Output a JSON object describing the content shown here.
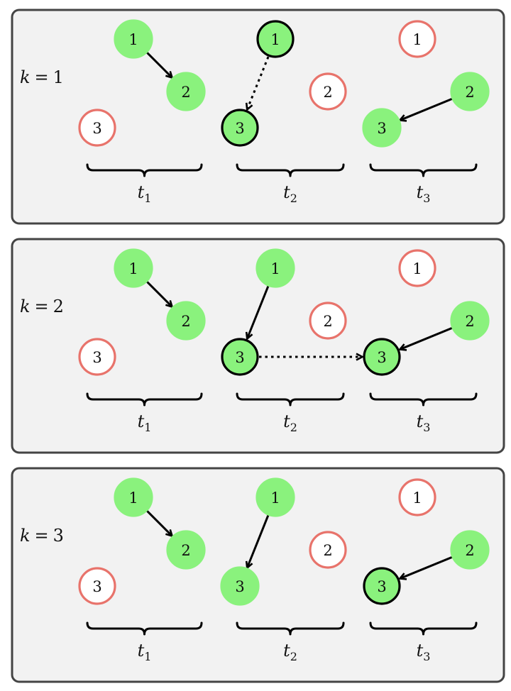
{
  "colors": {
    "active_fill": "#8af27d",
    "inactive_stroke": "#e8736b",
    "inactive_fill": "#ffffff",
    "highlight_stroke": "#000000",
    "panel_fill": "#f2f2f2",
    "panel_stroke": "#444444"
  },
  "time_labels": [
    {
      "base": "t",
      "sub": "1"
    },
    {
      "base": "t",
      "sub": "2"
    },
    {
      "base": "t",
      "sub": "3"
    }
  ],
  "panels": [
    {
      "k_var": "k",
      "k_eq": "=",
      "k_value": "1",
      "steps": [
        {
          "nodes": {
            "1": "active",
            "2": "active",
            "3": "inactive"
          },
          "edges": [
            {
              "from": "1",
              "to": "2",
              "style": "solid"
            }
          ]
        },
        {
          "nodes": {
            "1": "highlight",
            "2": "inactive",
            "3": "highlight"
          },
          "edges": [
            {
              "from": "1",
              "to": "3",
              "style": "dotted"
            }
          ]
        },
        {
          "nodes": {
            "1": "inactive",
            "2": "active",
            "3": "active"
          },
          "edges": [
            {
              "from": "2",
              "to": "3",
              "style": "solid"
            }
          ]
        }
      ],
      "cross_edges": []
    },
    {
      "k_var": "k",
      "k_eq": "=",
      "k_value": "2",
      "steps": [
        {
          "nodes": {
            "1": "active",
            "2": "active",
            "3": "inactive"
          },
          "edges": [
            {
              "from": "1",
              "to": "2",
              "style": "solid"
            }
          ]
        },
        {
          "nodes": {
            "1": "active",
            "2": "inactive",
            "3": "highlight"
          },
          "edges": [
            {
              "from": "1",
              "to": "3",
              "style": "solid"
            }
          ]
        },
        {
          "nodes": {
            "1": "inactive",
            "2": "active",
            "3": "highlight"
          },
          "edges": [
            {
              "from": "2",
              "to": "3",
              "style": "solid"
            }
          ]
        }
      ],
      "cross_edges": [
        {
          "from_step": 1,
          "from": "3",
          "to_step": 2,
          "to": "3",
          "style": "dotted"
        }
      ]
    },
    {
      "k_var": "k",
      "k_eq": "=",
      "k_value": "3",
      "steps": [
        {
          "nodes": {
            "1": "active",
            "2": "active",
            "3": "inactive"
          },
          "edges": [
            {
              "from": "1",
              "to": "2",
              "style": "solid"
            }
          ]
        },
        {
          "nodes": {
            "1": "active",
            "2": "inactive",
            "3": "active"
          },
          "edges": [
            {
              "from": "1",
              "to": "3",
              "style": "solid"
            }
          ]
        },
        {
          "nodes": {
            "1": "inactive",
            "2": "active",
            "3": "highlight"
          },
          "edges": [
            {
              "from": "2",
              "to": "3",
              "style": "solid"
            }
          ]
        }
      ],
      "cross_edges": []
    }
  ]
}
